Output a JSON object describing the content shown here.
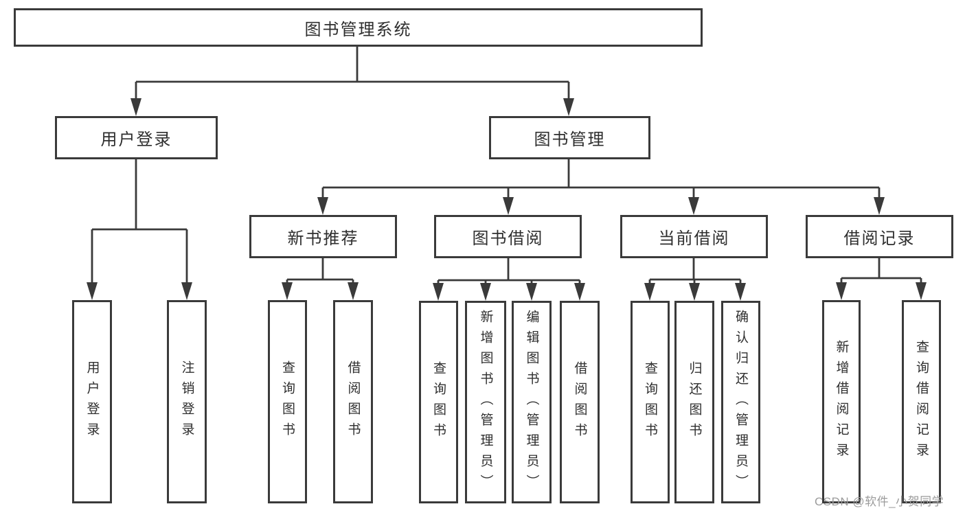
{
  "diagram_title": "图书管理系统",
  "nodes": {
    "root": "图书管理系统",
    "user_login": "用户登录",
    "book_management": "图书管理",
    "new_book_recommend": "新书推荐",
    "book_borrowing": "图书借阅",
    "current_borrowing": "当前借阅",
    "borrowing_records": "借阅记录",
    "leaf_user_login": "用户登录",
    "leaf_logout": "注销登录",
    "nbr_query_books": "查询图书",
    "nbr_borrow_books": "借阅图书",
    "bb_query_books": "查询图书",
    "bb_add_books_admin": "新增图书（管理员）",
    "bb_edit_books_admin": "编辑图书（管理员）",
    "bb_borrow_books": "借阅图书",
    "cb_query_books": "查询图书",
    "cb_return_books": "归还图书",
    "cb_confirm_return_admin": "确认归还（管理员）",
    "br_add_record": "新增借阅记录",
    "br_query_record": "查询借阅记录"
  },
  "hierarchy": {
    "图书管理系统": [
      "用户登录",
      "图书管理"
    ],
    "用户登录": [
      "用户登录",
      "注销登录"
    ],
    "图书管理": [
      "新书推荐",
      "图书借阅",
      "当前借阅",
      "借阅记录"
    ],
    "新书推荐": [
      "查询图书",
      "借阅图书"
    ],
    "图书借阅": [
      "查询图书",
      "新增图书（管理员）",
      "编辑图书（管理员）",
      "借阅图书"
    ],
    "当前借阅": [
      "查询图书",
      "归还图书",
      "确认归还（管理员）"
    ],
    "借阅记录": [
      "新增借阅记录",
      "查询借阅记录"
    ]
  },
  "watermark": "CSDN @软件_小贺同学",
  "colors": {
    "line": "#3a3a3a",
    "box_border": "#3a3a3a",
    "box_fill": "#ffffff",
    "text": "#2e2e2e",
    "background": "#ffffff",
    "watermark": "#9b9b9b"
  }
}
